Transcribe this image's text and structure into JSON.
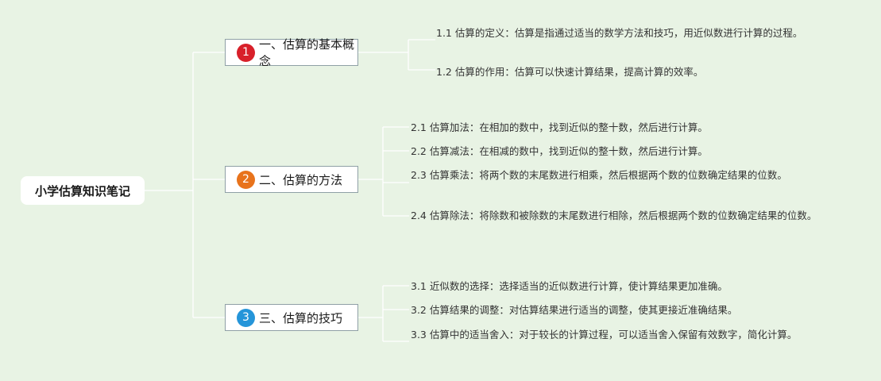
{
  "root": {
    "label": "小学估算知识笔记"
  },
  "branches": [
    {
      "number": "1",
      "color": "#d8202a",
      "label": "一、估算的基本概念",
      "leaves": [
        "1.1 估算的定义：估算是指通过适当的数学方法和技巧，用近似数进行计算的过程。",
        "1.2 估算的作用：估算可以快速计算结果，提高计算的效率。"
      ]
    },
    {
      "number": "2",
      "color": "#e8731c",
      "label": "二、估算的方法",
      "leaves": [
        "2.1 估算加法：在相加的数中，找到近似的整十数，然后进行计算。",
        "2.2 估算减法：在相减的数中，找到近似的整十数，然后进行计算。",
        "2.3 估算乘法：将两个数的末尾数进行相乘，然后根据两个数的位数确定结果的位数。",
        "2.4 估算除法：将除数和被除数的末尾数进行相除，然后根据两个数的位数确定结果的位数。"
      ]
    },
    {
      "number": "3",
      "color": "#2595d9",
      "label": "三、估算的技巧",
      "leaves": [
        "3.1 近似数的选择：选择适当的近似数进行计算，使计算结果更加准确。",
        "3.2 估算结果的调整：对估算结果进行适当的调整，使其更接近准确结果。",
        "3.3 估算中的适当舍入：对于较长的计算过程，可以适当舍入保留有效数字，简化计算。"
      ]
    }
  ]
}
